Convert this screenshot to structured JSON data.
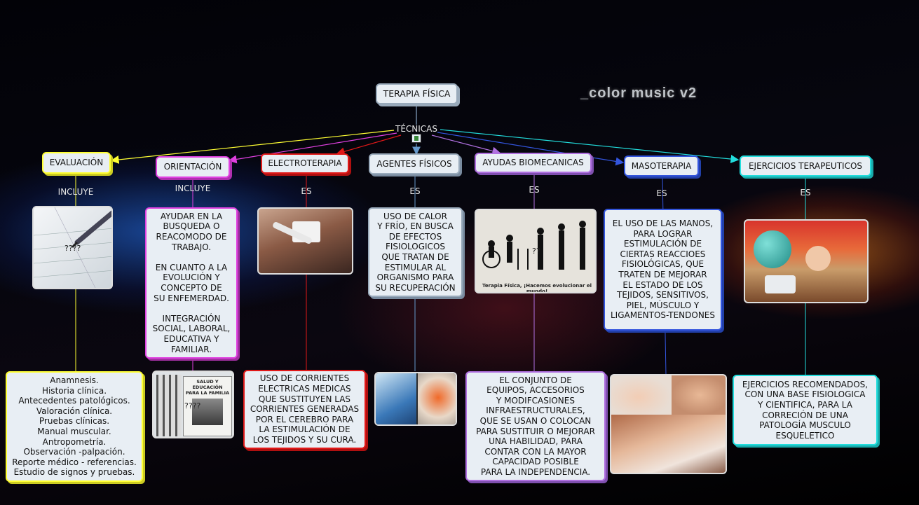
{
  "root": {
    "label": "TERAPIA FÍSICA"
  },
  "connector": {
    "label": "TÉCNICAS"
  },
  "watermark": "_color music v2",
  "branches": [
    {
      "label": "EVALUACIÓN",
      "link": "INCLUYE",
      "description": "Anamnesis.\nHistoria clínica.\nAntecedentes patológicos.\nValoración clínica.\nPruebas clínicas.\nManual muscular.\nAntropometría.\nObservación -palpación.\nReporte médico - referencias.\nEstudio de signos y pruebas.",
      "color": "#ffff33"
    },
    {
      "label": "ORIENTACIÓN",
      "link": "INCLUYE",
      "description": "AYUDAR EN LA\nBUSQUEDA O\nREACOMODO DE\nTRABAJO.\n\nEN CUANTO A LA\nEVOLUCIÓN Y\nCONCEPTO DE\nSU ENFEMERDAD.\n\nINTEGRACIÓN\nSOCIAL, LABORAL,\nEDUCATIVA Y\nFAMILIAR.",
      "color": "#e040e0"
    },
    {
      "label": "ELECTROTERAPIA",
      "link": "ES",
      "description": "USO DE CORRIENTES\nELECTRICAS MEDICAS\nQUE SUSTITUYEN LAS\nCORRIENTES GENERADAS\nPOR EL CEREBRO PARA\nLA ESTIMULACIÓN DE\nLOS TEJIDOS Y SU CURA.",
      "color": "#e01818"
    },
    {
      "label": "AGENTES FÍSICOS",
      "link": "ES",
      "description": "USO DE CALOR\nY FRÍO, EN BUSCA\nDE EFECTOS\nFISIOLOGICOS\nQUE TRATAN DE\nESTIMULAR AL\nORGANISMO PARA\nSU RECUPERACIÓN",
      "color": "#6699cc"
    },
    {
      "label": "AYUDAS BIOMECANICAS",
      "link": "ES",
      "description": "EL CONJUNTO DE\nEQUIPOS, ACCESORIOS\nY MODIFCASIONES\nINFRAESTRUCTURALES,\nQUE SE USAN O COLOCAN\nPARA SUSTITUIR O MEJORAR\nUNA HABILIDAD, PARA\nCONTAR CON LA MAYOR\nCAPACIDAD POSIBLE\nPARA LA INDEPENDENCIA.",
      "color": "#b070e0"
    },
    {
      "label": "MASOTERAPIA",
      "link": "ES",
      "description": "EL USO DE LAS MANOS,\nPARA LOGRAR\nESTIMULACIÓN DE\nCIERTAS REACCIOES\nFISIOLÓGICAS, QUE\nTRATEN DE MEJORAR\nEL ESTADO DE LOS\nTEJIDOS, SENSITIVOS,\nPIEL, MÚSCULO Y\nLIGAMENTOS-TENDONES",
      "color": "#3355dd"
    },
    {
      "label": "EJERCICIOS TERAPEUTICOS",
      "link": "ES",
      "description": "EJERCICIOS RECOMENDADOS,\nCON UNA BASE FISIOLOGICA\nY CIENTIFICA, PARA LA\nCORRECIÓN DE UNA\nPATOLOGÍA MUSCULO\nESQUELETICO",
      "color": "#22dddd"
    }
  ],
  "images": {
    "evaluacion_mark": "????",
    "orientacion_book": "SALUD Y EDUCACIÓN PARA LA FAMILIA",
    "orientacion_mark": "????",
    "biomecanicas_caption": "Terapia Física, ¡Hacemos evolucionar el mundo!",
    "biomecanicas_mark": "??"
  }
}
